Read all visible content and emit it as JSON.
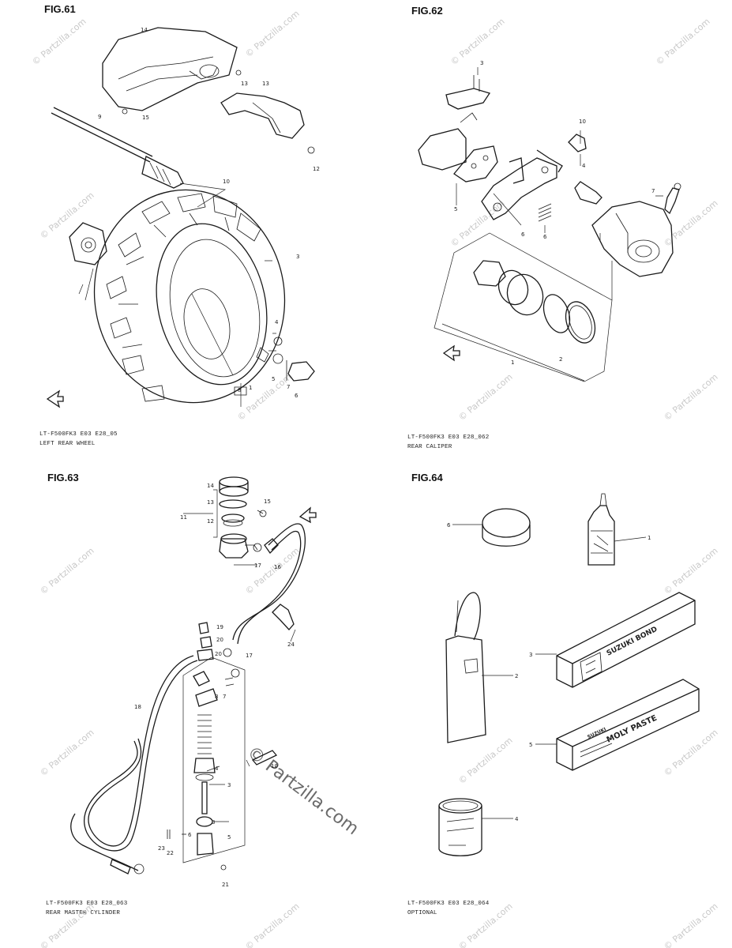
{
  "figures": [
    {
      "title": "FIG.61",
      "code": "LT-F500FK3 E03 E28_05",
      "caption": "LEFT REAR WHEEL",
      "callouts": [
        "14",
        "15",
        "13",
        "12",
        "9",
        "10",
        "3",
        "4",
        "5",
        "6",
        "7",
        "8",
        "1"
      ]
    },
    {
      "title": "FIG.62",
      "code": "LT-F500FK3 E03 E28_062",
      "caption": "REAR CALIPER",
      "callouts": [
        "3",
        "10",
        "4",
        "7",
        "6",
        "5",
        "6",
        "1",
        "2"
      ]
    },
    {
      "title": "FIG.63",
      "code": "LT-F500FK3 E03 E28_063",
      "caption": "REAR MASTER CYLINDER",
      "callouts": [
        "14",
        "13",
        "11",
        "12",
        "15",
        "17",
        "16",
        "19",
        "20",
        "20",
        "17",
        "24",
        "18",
        "10",
        "4",
        "3",
        "3",
        "6",
        "5",
        "22",
        "23",
        "21",
        "7",
        "8"
      ]
    },
    {
      "title": "FIG.64",
      "code": "LT-F500FK3 E03 E28_064",
      "caption": "OPTIONAL",
      "callouts": [
        "6",
        "1",
        "2",
        "3",
        "5",
        "4"
      ]
    }
  ],
  "products": {
    "bond_label": "SUZUKI BOND",
    "paste_brand": "SUZUKI",
    "paste_label": "MOLY PASTE"
  },
  "watermark": {
    "small": "© Partzilla.com",
    "large": "© Partzilla.com"
  }
}
